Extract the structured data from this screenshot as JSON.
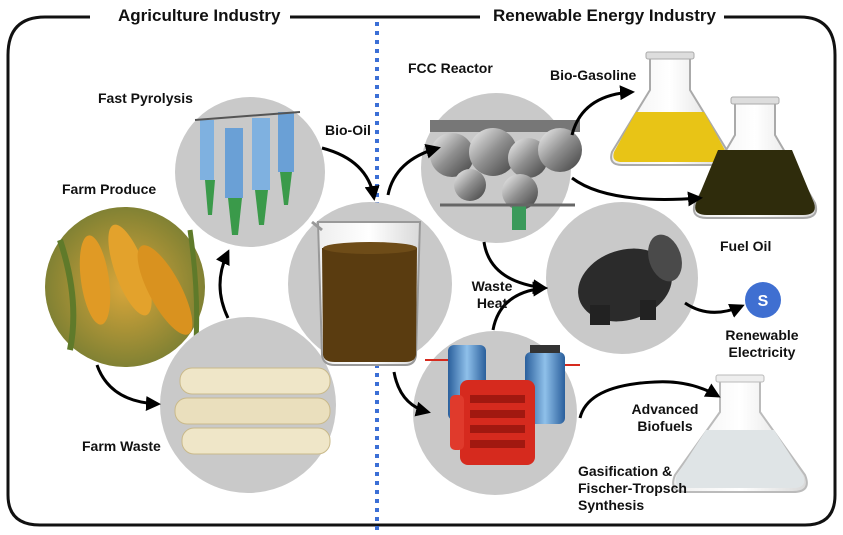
{
  "sections": {
    "left": "Agriculture Industry",
    "right": "Renewable Energy Industry"
  },
  "labels": {
    "fast_pyrolysis": "Fast Pyrolysis",
    "farm_produce": "Farm Produce",
    "farm_waste": "Farm Waste",
    "bio_oil": "Bio-Oil",
    "fcc_reactor": "FCC Reactor",
    "bio_gasoline": "Bio-Gasoline",
    "fuel_oil": "Fuel Oil",
    "waste_heat_1": "Waste",
    "waste_heat_2": "Heat",
    "renewable_1": "Renewable",
    "renewable_2": "Electricity",
    "advanced_1": "Advanced",
    "advanced_2": "Biofuels",
    "gasification_1": "Gasification &",
    "gasification_2": "Fischer-Tropsch",
    "gasification_3": "Synthesis"
  },
  "icons": {
    "electricity_symbol": "S"
  },
  "colors": {
    "divider": "#3b6fd6",
    "node_gray": "#c9c9c9",
    "bio_gasoline_liquid": "#e8c416",
    "fuel_oil_liquid": "#2f2c0c",
    "bio_oil_liquid": "#5a3c10",
    "advanced_biofuel_liquid": "#dfe4e6",
    "electricity_badge": "#3f6fd1"
  }
}
